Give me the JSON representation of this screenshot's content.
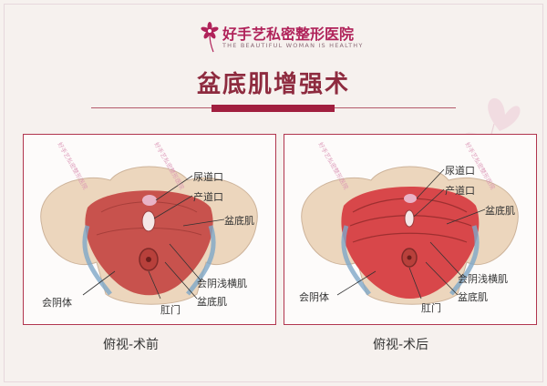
{
  "brand": {
    "name": "好手艺私密整形医院",
    "slogan": "THE BEAUTIFUL WOMAN IS HEALTHY"
  },
  "title": "盆底肌增强术",
  "panels": [
    {
      "id": "before",
      "caption": "俯视-术前",
      "labels": {
        "urethra": "尿道口",
        "vagina": "产道口",
        "pelvic_floor": "盆底肌",
        "transverse": "会阴浅横肌",
        "pelvic_floor_2": "盆底肌",
        "anus": "肛门",
        "perineum": "会阴体"
      },
      "watermark": "好手艺私密整形医院"
    },
    {
      "id": "after",
      "caption": "俯视-术后",
      "labels": {
        "urethra": "尿道口",
        "vagina": "产道口",
        "pelvic_floor": "盆底肌",
        "transverse": "会阴浅横肌",
        "pelvic_floor_2": "盆底肌",
        "anus": "肛门",
        "perineum": "会阴体"
      },
      "watermark": "好手艺私密整形医院"
    }
  ],
  "colors": {
    "brand": "#b0235a",
    "title": "#8e2b3f",
    "frame": "#b1354e",
    "muscle_before": "#c8524d",
    "muscle_after": "#d8474a"
  },
  "icons": [
    "flower-logo-icon",
    "flower-decoration-icon"
  ]
}
